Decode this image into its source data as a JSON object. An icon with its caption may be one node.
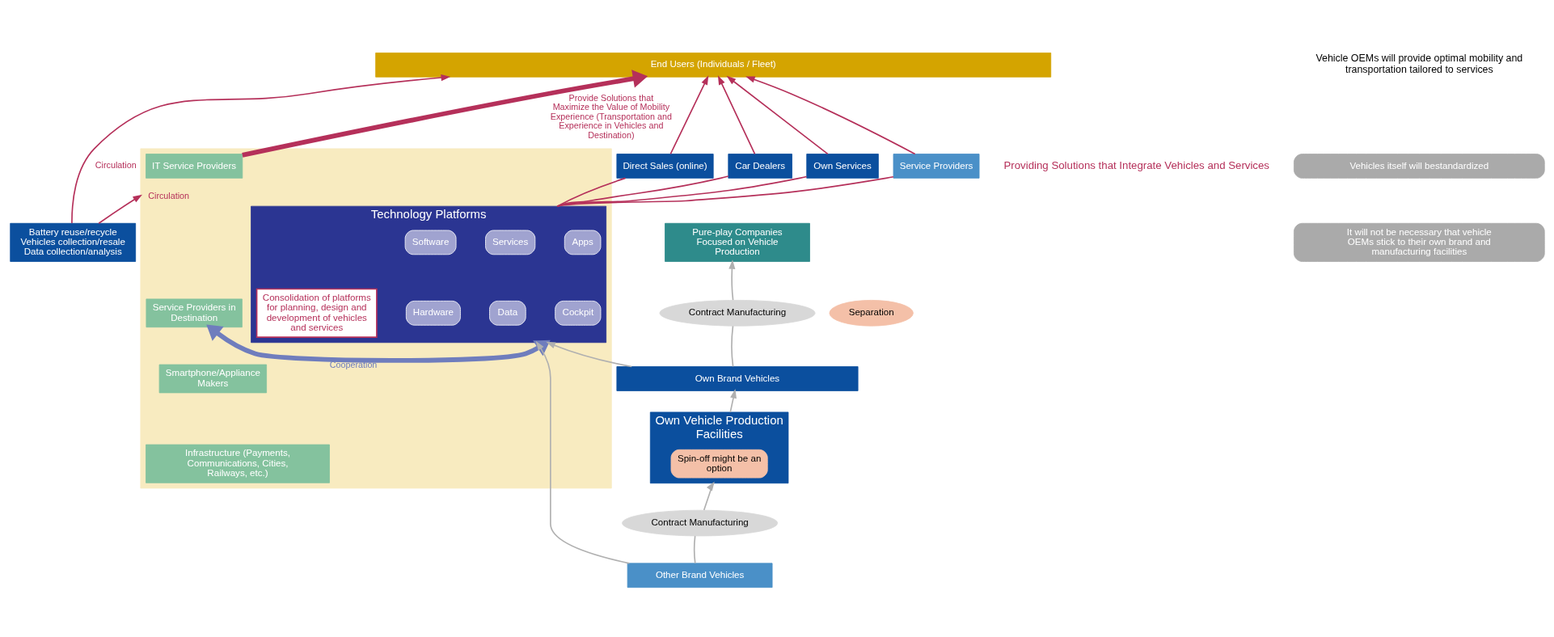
{
  "diagram": {
    "nodes": [
      {
        "text": [
          "End Users (Individuals / Fleet)"
        ]
      },
      {
        "text": [
          "Battery reuse/recycle",
          "Vehicles collection/resale",
          "Data collection/analysis"
        ]
      },
      {
        "text": [
          "Direct Sales (online)"
        ]
      },
      {
        "text": [
          "Car Dealers"
        ]
      },
      {
        "text": [
          "Own Services"
        ]
      },
      {
        "text": [
          "Service Providers"
        ]
      },
      {
        "text": [],
        "shape": "box"
      },
      {
        "text": [
          "Technology Platforms"
        ],
        "in": 6
      },
      {
        "text": [
          "Consolidation of platforms for planning, design and development of vehicles and services"
        ],
        "in": 7
      },
      {
        "text": [
          "Software"
        ],
        "in": 7
      },
      {
        "text": [
          "Services"
        ],
        "in": 7
      },
      {
        "text": [
          "Apps"
        ],
        "in": 7
      },
      {
        "text": [
          "Hardware"
        ],
        "in": 7
      },
      {
        "text": [
          "Data"
        ],
        "in": 7
      },
      {
        "text": [
          "Cockpit"
        ],
        "in": 7
      },
      {
        "text": [
          "IT Service Providers"
        ],
        "in": 6
      },
      {
        "text": [
          "Service Providers in Destination"
        ],
        "in": 6
      },
      {
        "text": [
          "Smartphone/Appliance Makers"
        ],
        "in": 6
      },
      {
        "text": [
          "Infrastructure (Payments, Communications, Cities, Railways, etc.)"
        ],
        "in": 6
      },
      {
        "text": [
          "Separation"
        ]
      },
      {
        "text": [
          "Own Brand Vehicles"
        ]
      },
      {
        "text": [
          "Other Brand Vehicles"
        ]
      },
      {
        "text": [
          "Contract Manufacturing"
        ]
      },
      {
        "text": [
          "Contract Manufacturing"
        ]
      },
      {
        "text": [
          "Pure-play Companies Focused on Vehicle Production"
        ]
      },
      {
        "text": [
          "Own Vehicle Production Facilities"
        ]
      },
      {
        "text": [
          "Spin-off might be an option"
        ],
        "in": 25
      },
      {
        "text": [
          "Vehicles itself will bestandardized"
        ]
      },
      {
        "text": [
          "It will not be necessary that vehicle OEMs stick to their own brand and manufacturing facilities"
        ]
      }
    ],
    "edges": [
      {
        "from": 1,
        "to": 0,
        "arrow": "to",
        "label": "Circulation"
      },
      {
        "from": 1,
        "to": 6,
        "arrow": "to",
        "label": "Circulation"
      },
      {
        "from": 7,
        "to": 2,
        "arrow": "none"
      },
      {
        "from": 7,
        "to": 3,
        "arrow": "none"
      },
      {
        "from": 7,
        "to": 4,
        "arrow": "none"
      },
      {
        "from": 7,
        "to": 5,
        "arrow": "none"
      },
      {
        "from": 2,
        "to": 0,
        "arrow": "to"
      },
      {
        "from": 3,
        "to": 0,
        "arrow": "to"
      },
      {
        "from": 4,
        "to": 0,
        "arrow": "to"
      },
      {
        "from": 5,
        "to": 0,
        "arrow": "to"
      },
      {
        "from": 7,
        "to": 16,
        "arrow": "both",
        "label": "Cooperation",
        "style": "thick",
        "color": "#6f7dbd"
      },
      {
        "from": 15,
        "to": 0,
        "arrow": "to",
        "label": "Provide Solutions that Maximize the Value of Mobility Experience (Transportation and Experience in Vehicles and Destination)",
        "style": "thick"
      },
      {
        "from": 20,
        "to": 7,
        "arrow": "to",
        "color": "#b0b0b0"
      },
      {
        "from": 21,
        "to": 7,
        "arrow": "to",
        "color": "#b0b0b0"
      },
      {
        "from": 20,
        "to": 22,
        "arrow": "none",
        "color": "#b0b0b0"
      },
      {
        "from": 22,
        "to": 24,
        "arrow": "to",
        "color": "#b0b0b0"
      },
      {
        "from": 21,
        "to": 23,
        "arrow": "none",
        "color": "#b0b0b0"
      },
      {
        "from": 23,
        "to": 25,
        "arrow": "to",
        "color": "#b0b0b0"
      },
      {
        "from": 25,
        "to": 20,
        "arrow": "to",
        "color": "#b0b0b0"
      }
    ],
    "labels": [
      "Providing Solutions that Integrate Vehicles and Services",
      "Vehicle OEMs will provide optimal mobility and transportation tailored to services"
    ]
  }
}
